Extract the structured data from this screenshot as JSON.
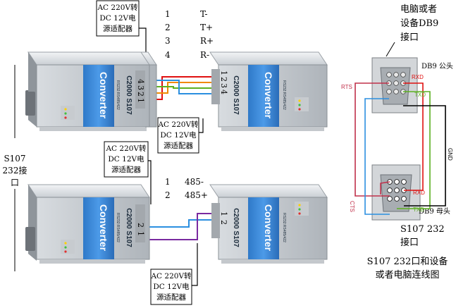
{
  "adapter_label_lines": [
    "AC 220V转",
    "DC 12V电",
    "源适配器"
  ],
  "device": {
    "brand_text": "Converter",
    "model_text": "C2000 S107",
    "interface_text": "RS232:RS485/422"
  },
  "rs422_legend": [
    {
      "num": "1",
      "name": "T-"
    },
    {
      "num": "2",
      "name": "T+"
    },
    {
      "num": "3",
      "name": "R+"
    },
    {
      "num": "4",
      "name": "R-"
    }
  ],
  "rs485_legend": [
    {
      "num": "1",
      "name": "485-"
    },
    {
      "num": "2",
      "name": "485+"
    }
  ],
  "port_numbers_4": [
    "1",
    "2",
    "3",
    "4"
  ],
  "port_numbers_2": [
    "1",
    "2"
  ],
  "side_label_lines": [
    "S107",
    "232接",
    "口"
  ],
  "pc_label_lines": [
    "电脑或者",
    "设备DB9",
    "接口"
  ],
  "db9_male_label": "DB9 公头",
  "db9_female_label": "DB9 母头",
  "s107_port_label_lines": [
    "S107 232",
    "接口"
  ],
  "caption_lines": [
    "S107 232口和设备",
    "或者电脑连线图"
  ],
  "signals": {
    "rts": "RTS",
    "rxd": "RXD",
    "txd": "TXD",
    "gnd": "GND",
    "cts": "CTS"
  },
  "colors": {
    "red": "#e01010",
    "orange": "#f08a00",
    "green": "#5cb020",
    "blue": "#2b8fe0",
    "purple": "#7a2aa0",
    "black": "#000000"
  }
}
